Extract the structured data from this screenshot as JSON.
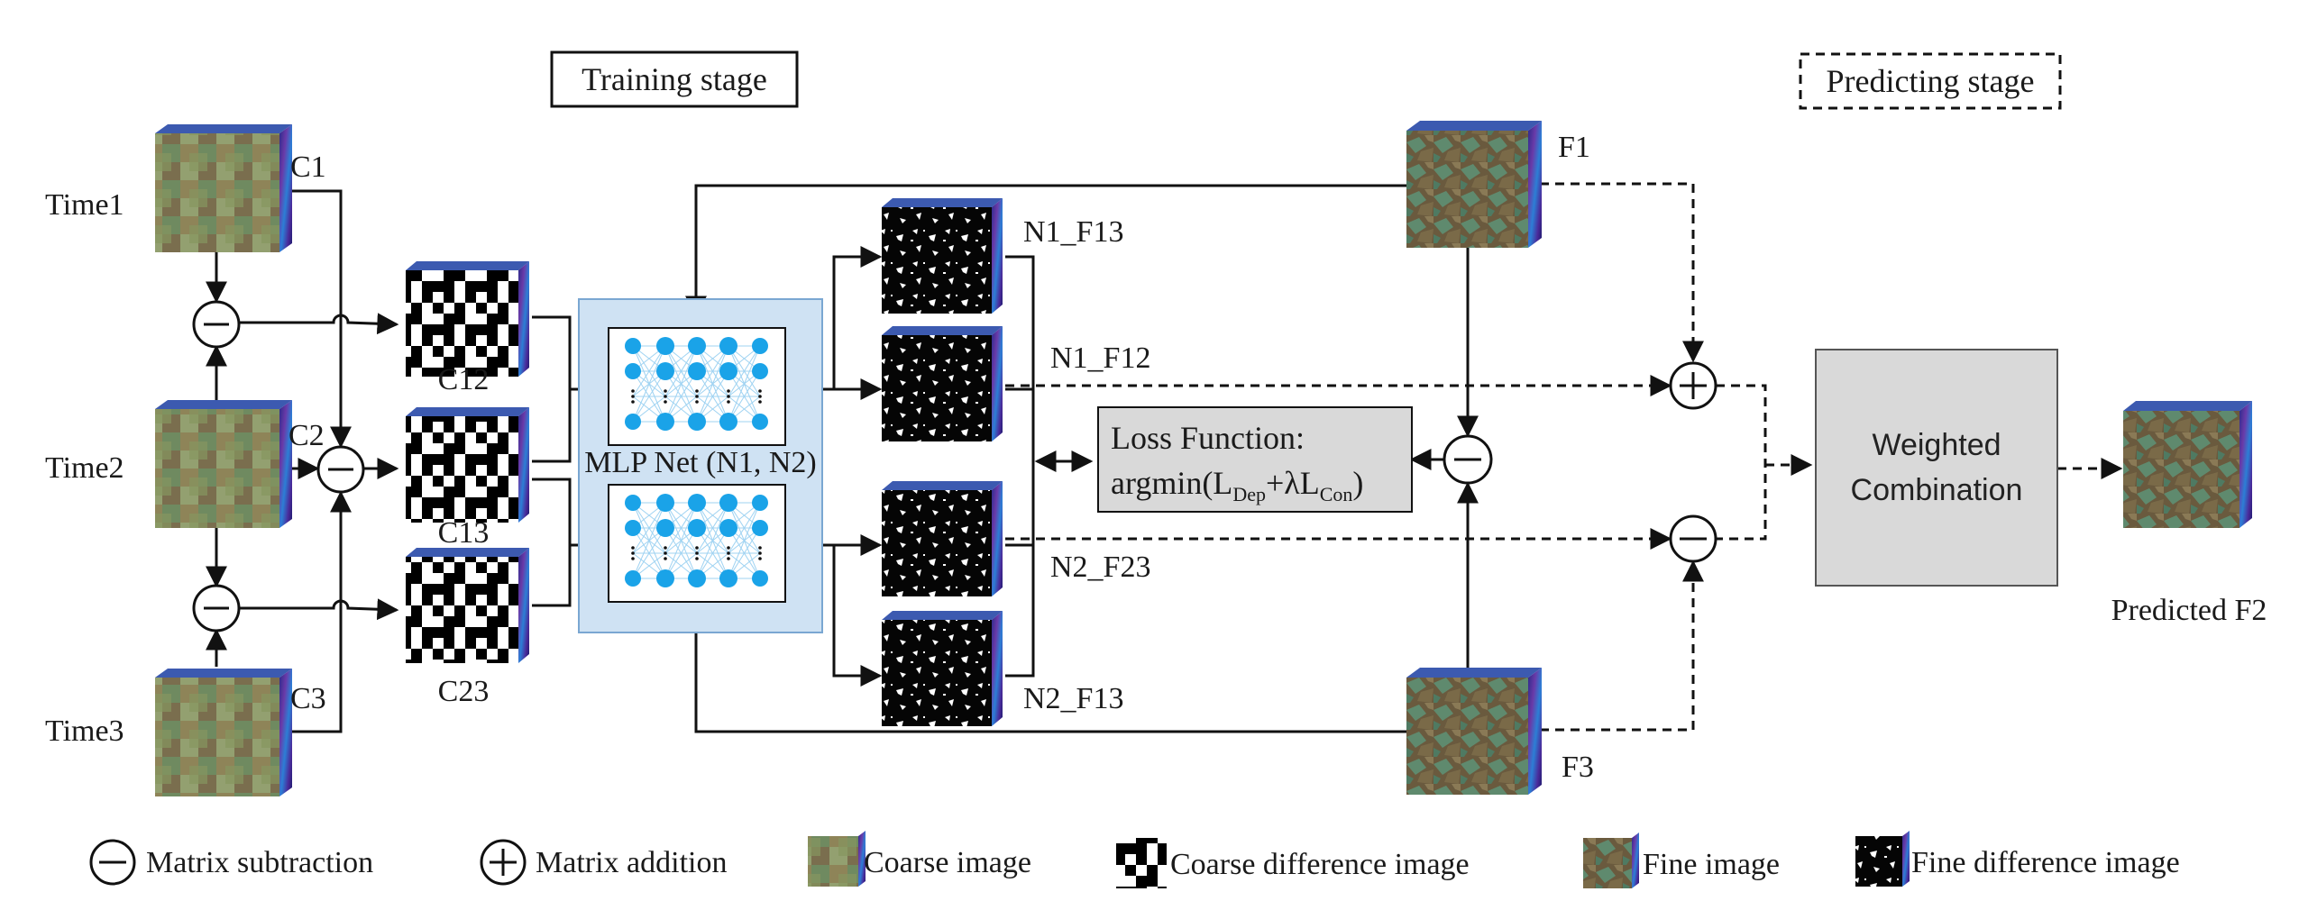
{
  "stages": {
    "training": "Training stage",
    "predicting": "Predicting stage"
  },
  "times": [
    "Time1",
    "Time2",
    "Time3"
  ],
  "coarse_labels": [
    "C1",
    "C2",
    "C3"
  ],
  "coarse_diff_labels": [
    "C12",
    "C13",
    "C23"
  ],
  "mlp": {
    "label": "MLP Net (N1, N2)"
  },
  "fine_diff_labels": [
    "N1_F13",
    "N1_F12",
    "N2_F23",
    "N2_F13"
  ],
  "fine_labels": [
    "F1",
    "F3"
  ],
  "loss": {
    "line1": "Loss Function:",
    "argmin": "argmin(L",
    "sub_dep": "Dep",
    "plus_lambda": "+λL",
    "sub_con": "Con",
    "close": ")"
  },
  "weighted": {
    "line1": "Weighted",
    "line2": "Combination"
  },
  "output_label": "Predicted F2",
  "legend": {
    "subtraction": "Matrix subtraction",
    "addition": "Matrix addition",
    "coarse": "Coarse image",
    "coarse_diff": "Coarse difference image",
    "fine": "Fine image",
    "fine_diff": "Fine difference image"
  },
  "colors": {
    "mlp_panel": "#cfe2f3",
    "neuron": "#1aa3e8",
    "loss_box": "#d9d9d9",
    "weighted_box": "#d9d9d9"
  }
}
